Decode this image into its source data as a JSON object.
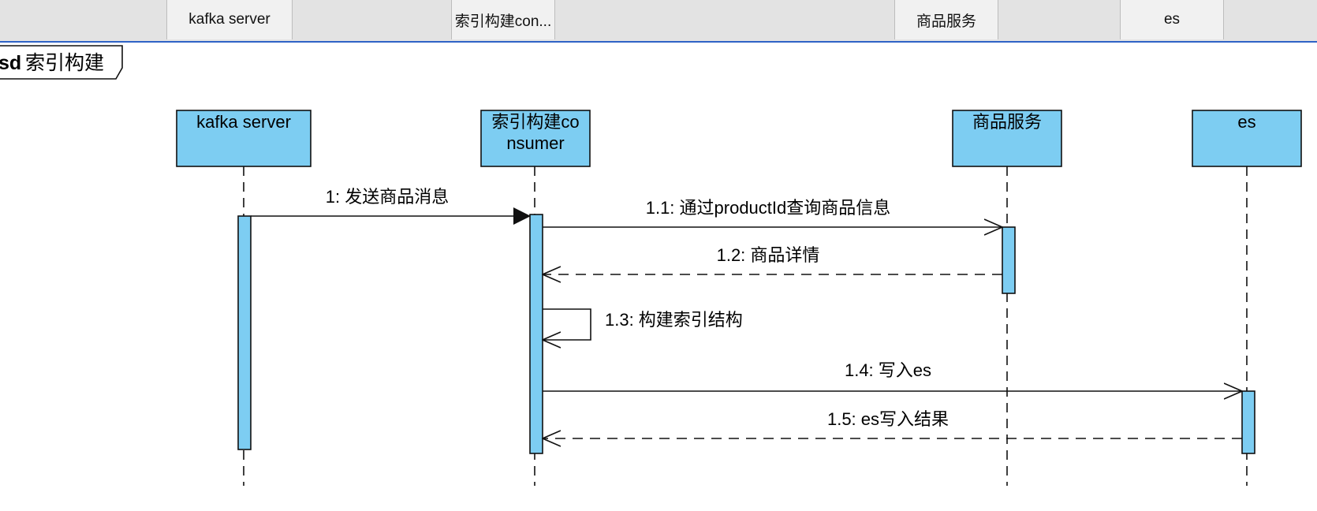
{
  "header": {
    "cells": [
      {
        "label": "kafka server"
      },
      {
        "label": "索引构建con..."
      },
      {
        "label": "商品服务"
      },
      {
        "label": "es"
      }
    ]
  },
  "frame": {
    "keyword": "sd",
    "title": "索引构建"
  },
  "lifelines": [
    {
      "line1": "kafka server",
      "line2": ""
    },
    {
      "line1": "索引构建co",
      "line2": "nsumer"
    },
    {
      "line1": "商品服务",
      "line2": ""
    },
    {
      "line1": "es",
      "line2": ""
    }
  ],
  "messages": [
    {
      "label": "1: 发送商品消息",
      "kind": "async"
    },
    {
      "label": "1.1: 通过productId查询商品信息",
      "kind": "sync"
    },
    {
      "label": "1.2: 商品详情",
      "kind": "return"
    },
    {
      "label": "1.3: 构建索引结构",
      "kind": "self"
    },
    {
      "label": "1.4: 写入es",
      "kind": "sync"
    },
    {
      "label": "1.5: es写入结果",
      "kind": "return"
    }
  ],
  "colors": {
    "lifeline_fill": "#7dcdf2",
    "activation_fill": "#7dcdf2",
    "stroke": "#111111",
    "header_accent": "#2f63c6"
  }
}
